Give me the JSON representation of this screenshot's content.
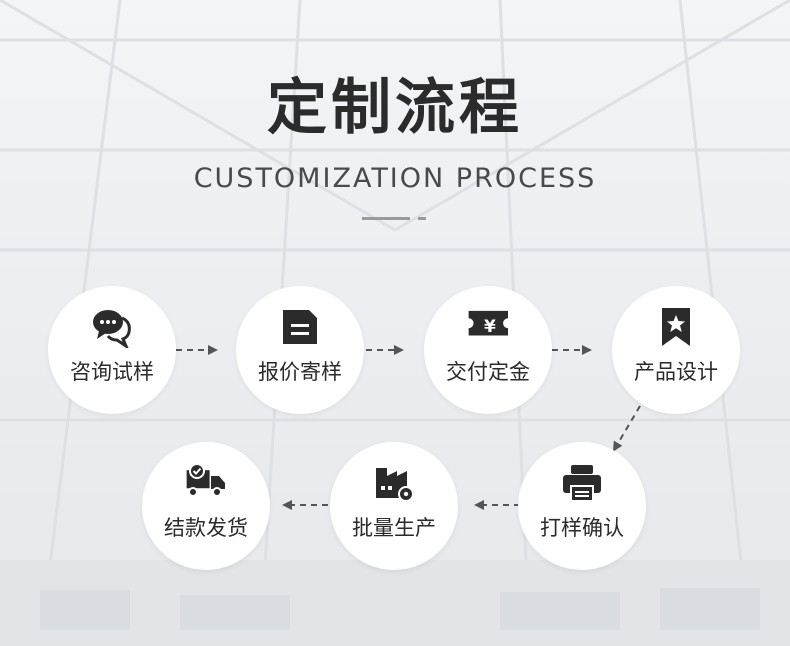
{
  "header": {
    "title": "定制流程",
    "subtitle": "CUSTOMIZATION PROCESS"
  },
  "steps": [
    {
      "label": "咨询试样",
      "icon": "chat-bubbles-icon"
    },
    {
      "label": "报价寄样",
      "icon": "document-icon"
    },
    {
      "label": "交付定金",
      "icon": "yen-ticket-icon"
    },
    {
      "label": "产品设计",
      "icon": "bookmark-star-icon"
    },
    {
      "label": "打样确认",
      "icon": "printer-icon"
    },
    {
      "label": "批量生产",
      "icon": "factory-gear-icon"
    },
    {
      "label": "结款发货",
      "icon": "delivery-truck-icon"
    }
  ],
  "colors": {
    "icon": "#2b2b2b",
    "text": "#2b2b2b",
    "arrow": "#555555",
    "circle": "#ffffff"
  }
}
